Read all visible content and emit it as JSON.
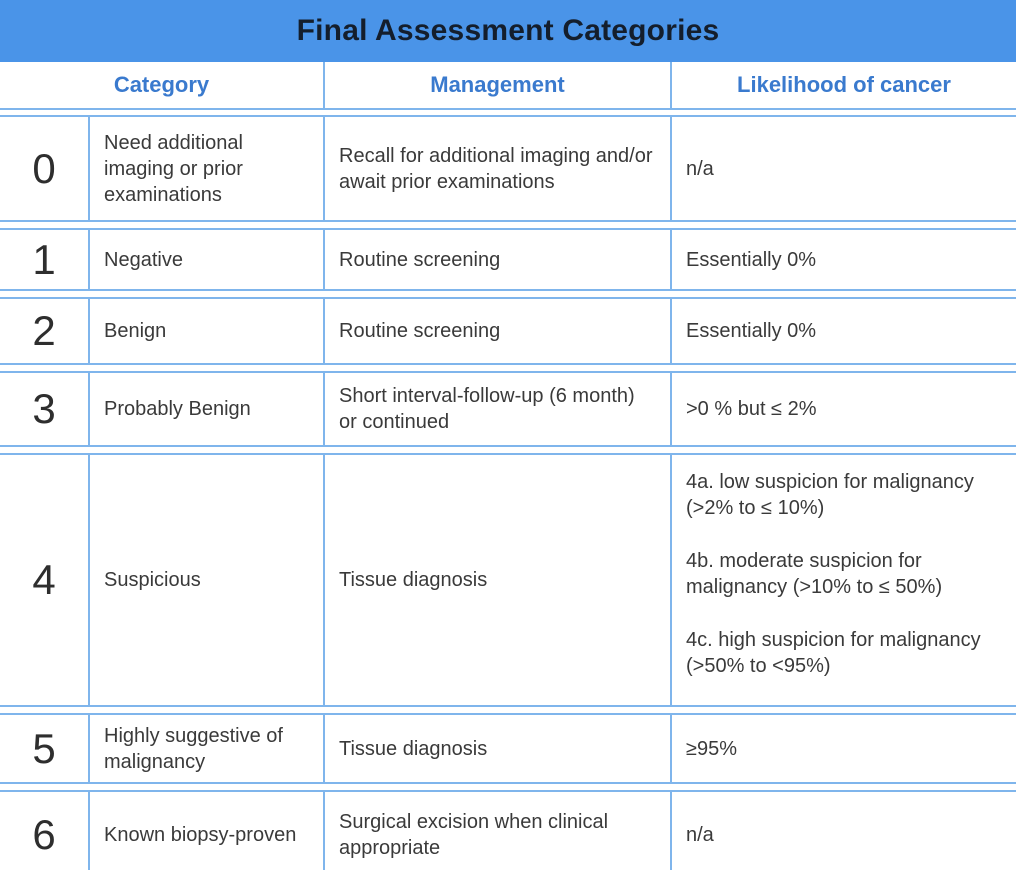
{
  "table": {
    "title": "Final Assessment Categories",
    "columns": [
      {
        "label": "Category"
      },
      {
        "label": "Management"
      },
      {
        "label": "Likelihood of cancer"
      }
    ],
    "rows": [
      {
        "number": "0",
        "category": "Need additional imaging or prior examinations",
        "management": "Recall for additional imaging and/or await prior examinations",
        "likelihood": [
          "n/a"
        ]
      },
      {
        "number": "1",
        "category": "Negative",
        "management": "Routine screening",
        "likelihood": [
          "Essentially 0%"
        ]
      },
      {
        "number": "2",
        "category": "Benign",
        "management": "Routine screening",
        "likelihood": [
          "Essentially 0%"
        ]
      },
      {
        "number": "3",
        "category": "Probably Benign",
        "management": "Short interval-follow-up (6 month) or continued",
        "likelihood": [
          ">0 % but ≤ 2%"
        ]
      },
      {
        "number": "4",
        "category": "Suspicious",
        "management": "Tissue diagnosis",
        "likelihood": [
          "4a. low suspicion for malignancy (>2% to ≤ 10%)",
          "4b. moderate suspicion for malignancy (>10% to ≤ 50%)",
          "4c. high suspicion for malignancy (>50% to <95%)"
        ]
      },
      {
        "number": "5",
        "category": "Highly suggestive of malignancy",
        "management": "Tissue diagnosis",
        "likelihood": [
          "≥95%"
        ]
      },
      {
        "number": "6",
        "category": "Known biopsy-proven",
        "management": "Surgical excision when clinical appropriate",
        "likelihood": [
          "n/a"
        ]
      }
    ]
  },
  "colors": {
    "band_blue": "#4a94e8",
    "header_text_blue": "#3a7ace",
    "border_blue": "#7fb5ec",
    "title_text": "#141e2c",
    "body_text": "#3a3a3a"
  }
}
